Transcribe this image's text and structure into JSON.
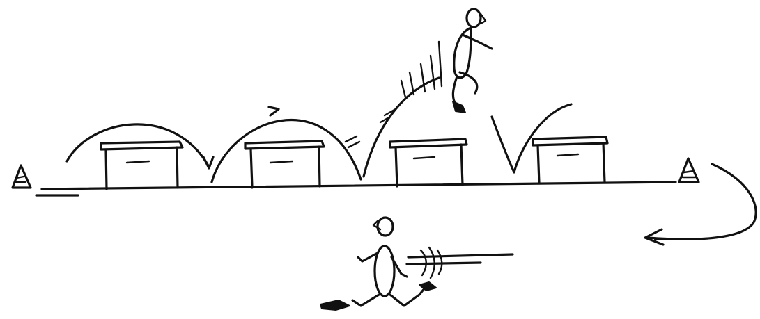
{
  "diagram": {
    "type": "sports-drill-sketch",
    "ink_color": "#111111",
    "background_color": "#ffffff",
    "elements": {
      "cones": 2,
      "boxes": 4,
      "jump_arcs": 4,
      "jumping_athlete": 1,
      "running_athlete": 1,
      "return_arrow": 1
    }
  }
}
